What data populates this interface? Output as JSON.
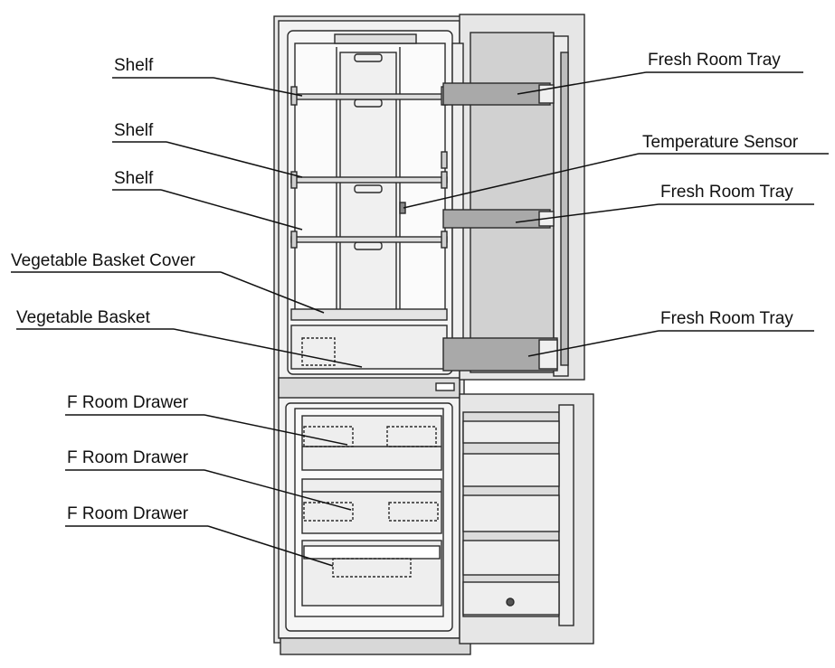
{
  "labels": {
    "shelf_1": "Shelf",
    "shelf_2": "Shelf",
    "shelf_3": "Shelf",
    "vegetable_basket_cover": "Vegetable Basket Cover",
    "vegetable_basket": "Vegetable Basket",
    "f_room_drawer_1": "F Room Drawer",
    "f_room_drawer_2": "F Room Drawer",
    "f_room_drawer_3": "F Room Drawer",
    "fresh_room_tray_1": "Fresh Room Tray",
    "temperature_sensor": "Temperature Sensor",
    "fresh_room_tray_2": "Fresh Room Tray",
    "fresh_room_tray_3": "Fresh Room Tray"
  },
  "colors": {
    "outline": "#2a2a2a",
    "interior": "#f4f4f4",
    "door_panel": "#d3d3d3",
    "tray": "#a9a9a9",
    "drawer": "#eeeeee"
  }
}
